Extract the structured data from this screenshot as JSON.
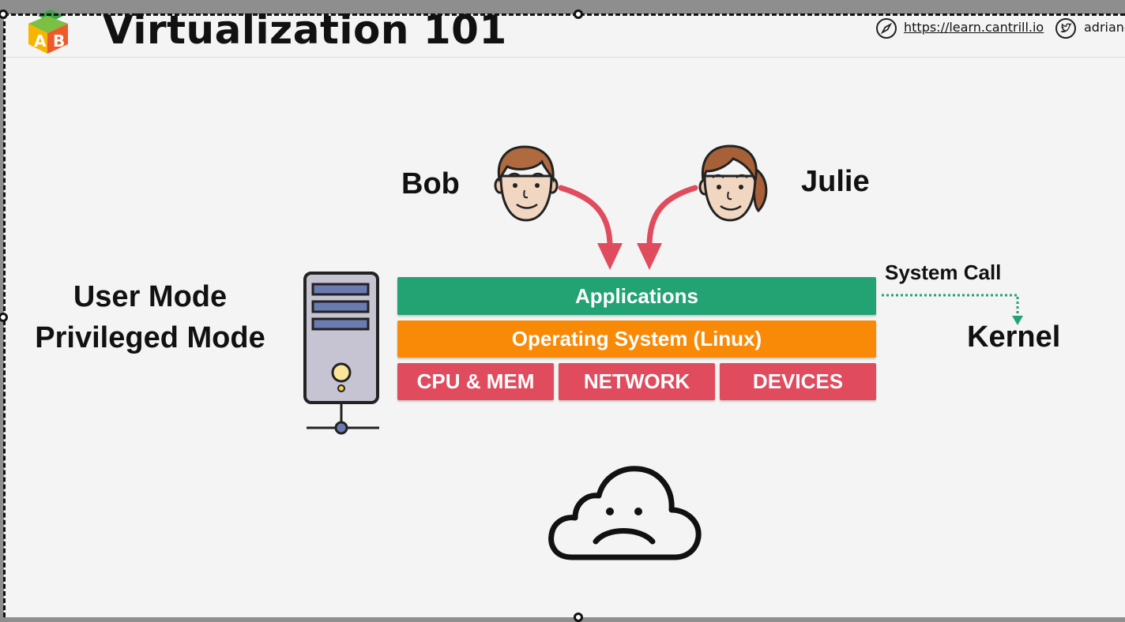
{
  "header": {
    "title": "Virtualization 101",
    "website_link": "https://learn.cantrill.io",
    "twitter_handle": "adrianc"
  },
  "diagram": {
    "mode_labels": [
      "User Mode",
      "Privileged Mode"
    ],
    "users": [
      "Bob",
      "Julie"
    ],
    "layers": {
      "applications": "Applications",
      "operating_system": "Operating System (Linux)",
      "hardware": [
        "CPU & MEM",
        "NETWORK",
        "DEVICES"
      ]
    },
    "system_call_label": "System Call",
    "kernel_label": "Kernel"
  },
  "colors": {
    "applications": "#23a274",
    "operating_system": "#f98a07",
    "hardware": "#e04b5d",
    "arrow": "#e04b5d",
    "system_call_line": "#23a274"
  }
}
